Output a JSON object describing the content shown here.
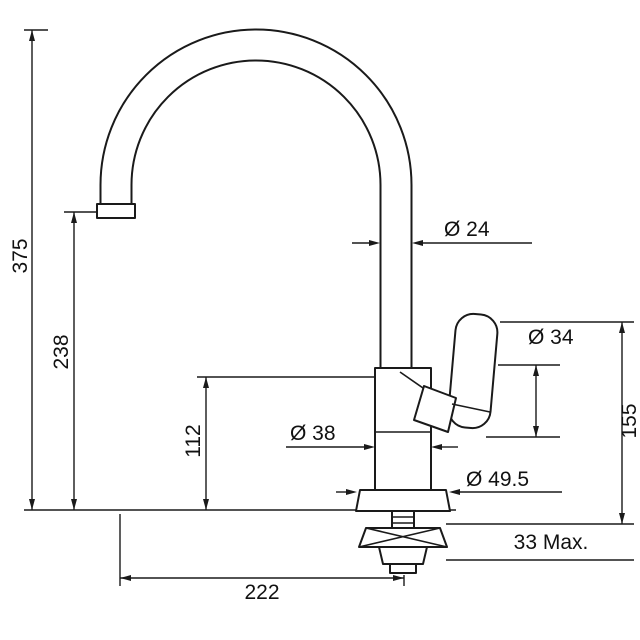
{
  "colors": {
    "line": "#1a1a1a",
    "background": "#ffffff"
  },
  "labels": {
    "height_total": "375",
    "height_spout": "238",
    "height_base": "112",
    "reach": "222",
    "dia_spout": "Ø 24",
    "dia_handle": "Ø 34",
    "dia_body": "Ø 38",
    "dia_base": "Ø 49.5",
    "height_right": "155",
    "counter_max": "33 Max."
  }
}
